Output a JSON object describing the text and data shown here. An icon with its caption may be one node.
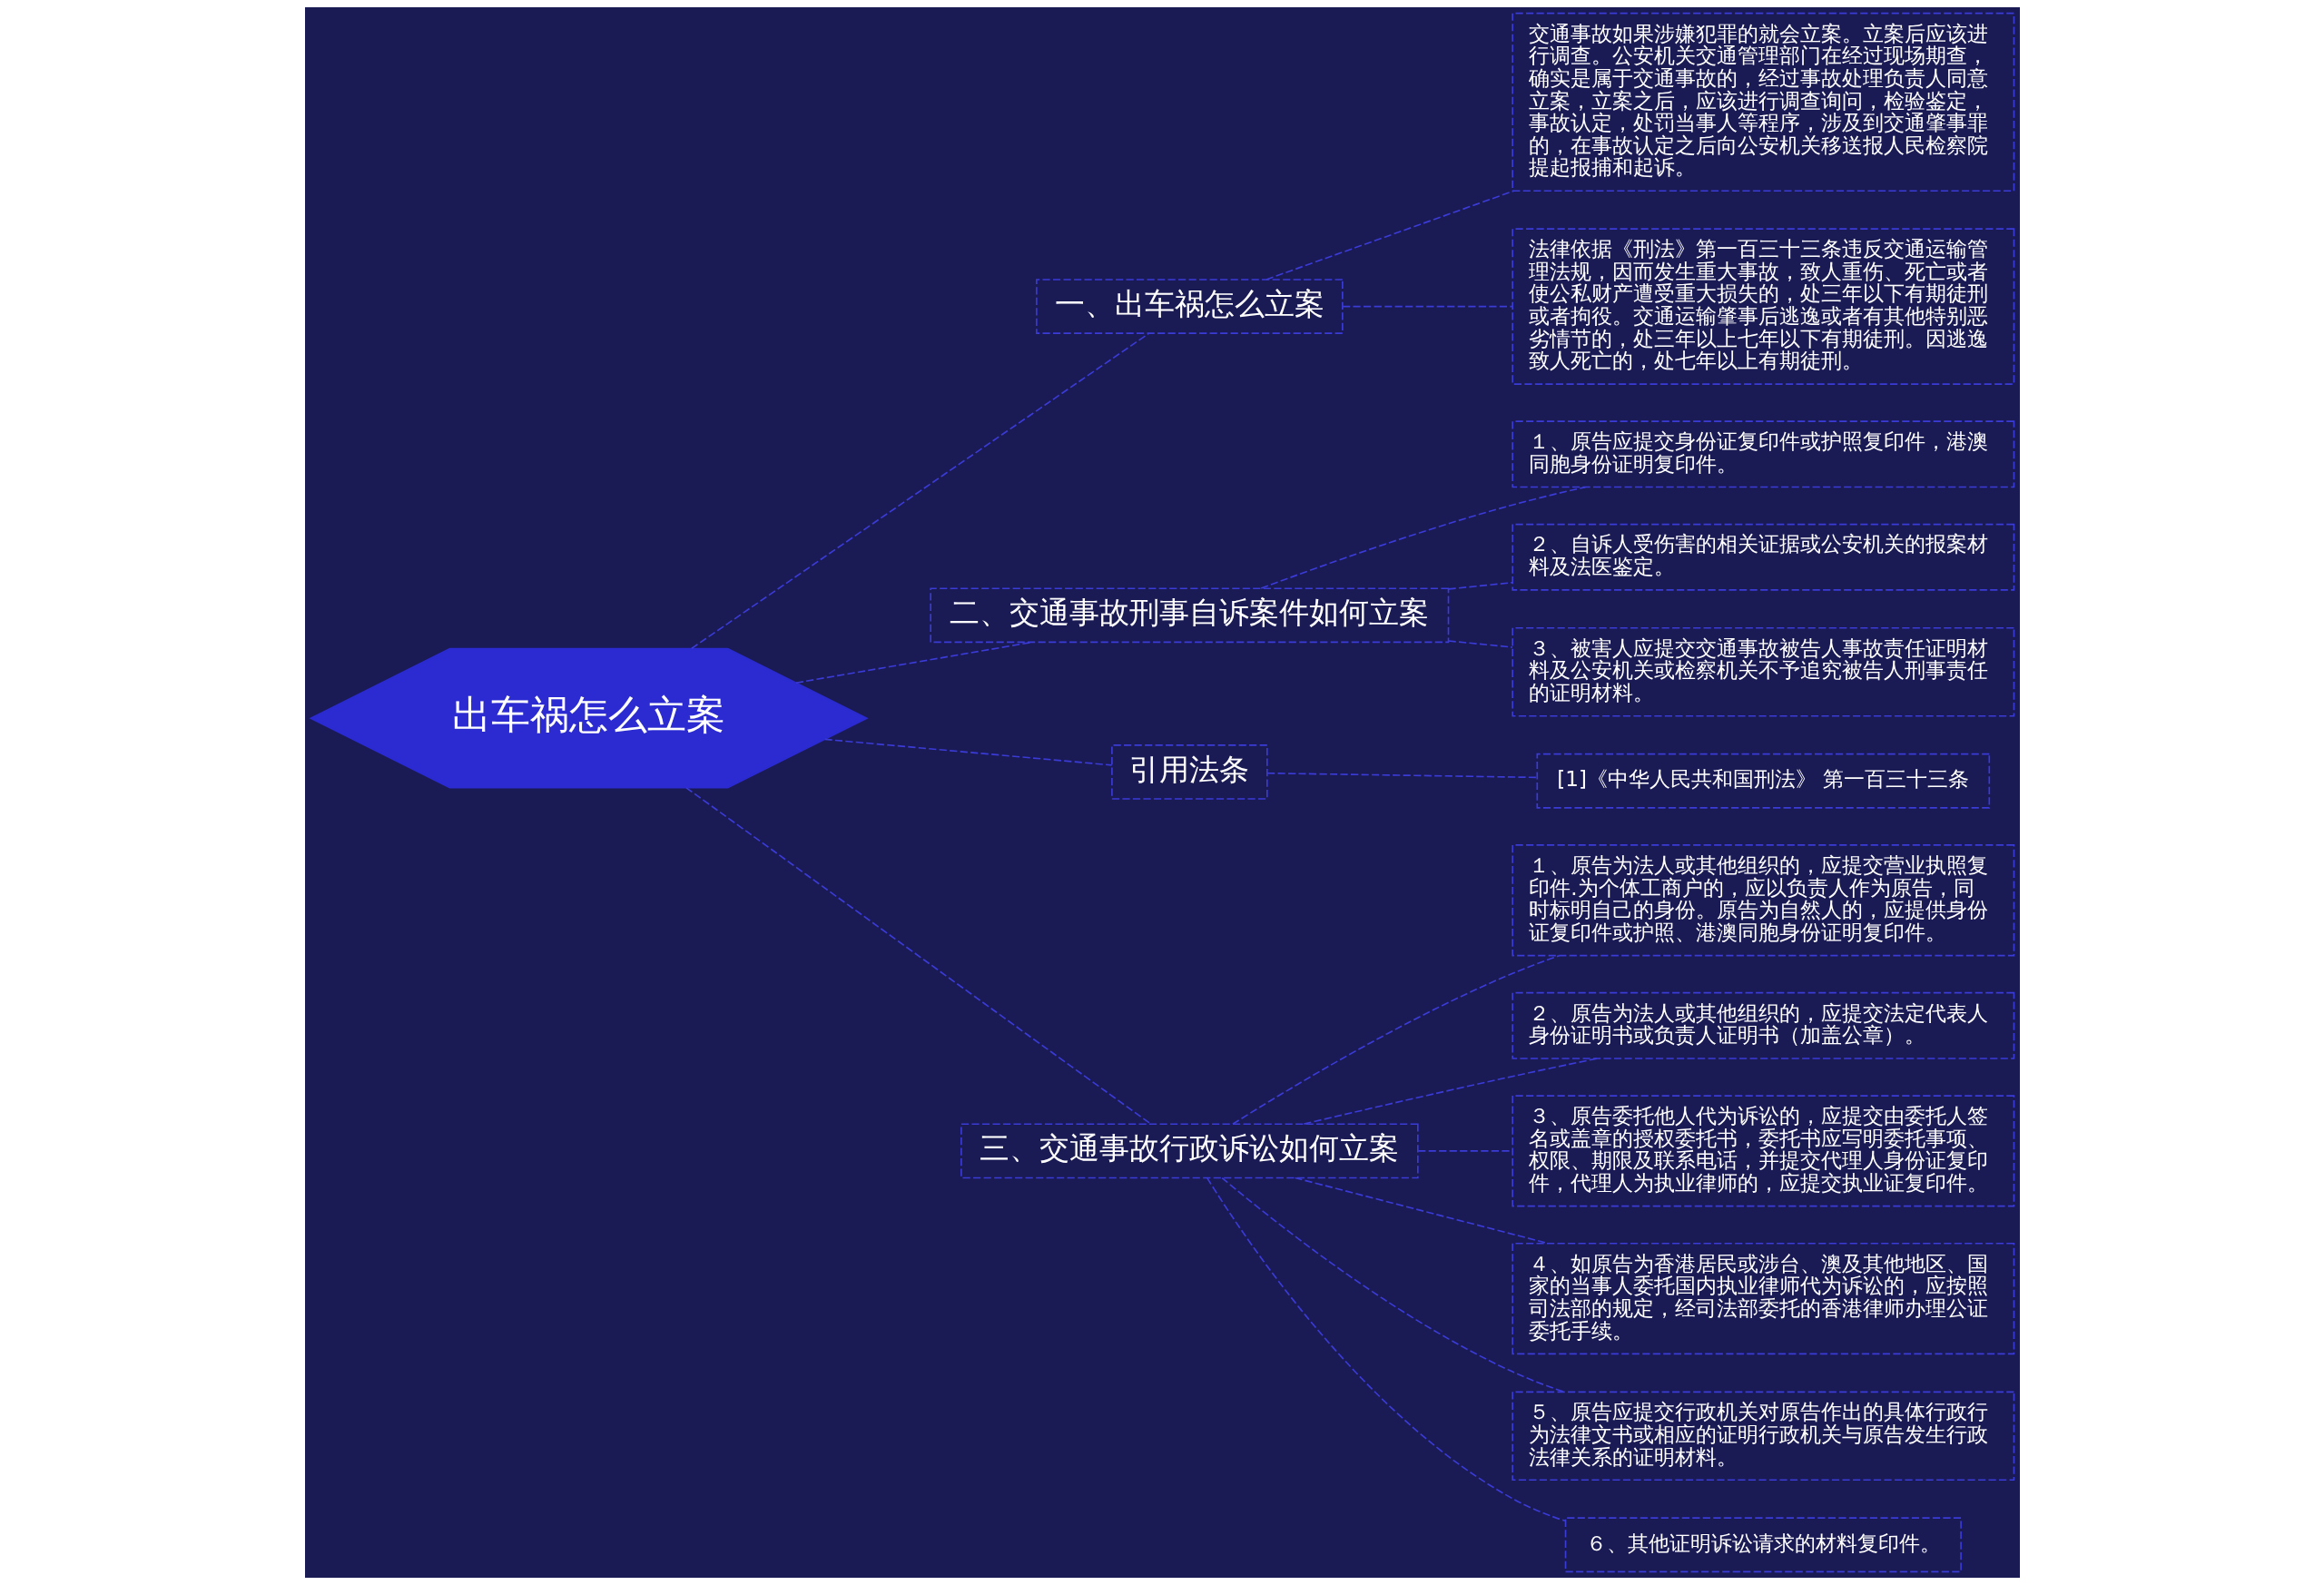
{
  "diagram": {
    "nodes": [
      {
        "text": [
          "出车祸怎么立案"
        ]
      },
      {
        "text": [
          "一、出车祸怎么立案"
        ]
      },
      {
        "text": [
          "交通事故如果涉嫌犯罪的就会立案。立案后应该进行调查。公安机关交通管理部门在经过现场期查，确实是属于交通事故的，经过事故处理负责人同意立案，立案之后，应该进行调查询问，检验鉴定，事故认定，处罚当事人等程序，涉及到交通肇事罪的，在事故认定之后向公安机关移送报人民检察院提起报捕和起诉。"
        ]
      },
      {
        "text": [
          "法律依据《刑法》第一百三十三条违反交通运输管理法规，因而发生重大事故，致人重伤、死亡或者使公私财产遭受重大损失的，处三年以下有期徒刑或者拘役。交通运输肇事后逃逸或者有其他特别恶劣情节的，处三年以上七年以下有期徒刑。因逃逸致人死亡的，处七年以上有期徒刑。"
        ]
      },
      {
        "text": [
          "二、交通事故刑事自诉案件如何立案"
        ]
      },
      {
        "text": [
          "１、原告应提交身份证复印件或护照复印件，港澳同胞身份证明复印件。"
        ]
      },
      {
        "text": [
          "２、自诉人受伤害的相关证据或公安机关的报案材料及法医鉴定。"
        ]
      },
      {
        "text": [
          "３、被害人应提交交通事故被告人事故责任证明材料及公安机关或检察机关不予追究被告人刑事责任的证明材料。"
        ]
      },
      {
        "text": [
          "引用法条"
        ]
      },
      {
        "text": [
          "[1]《中华人民共和国刑法》 第一百三十三条"
        ]
      },
      {
        "text": [
          "三、交通事故行政诉讼如何立案"
        ]
      },
      {
        "text": [
          "１、原告为法人或其他组织的，应提交营业执照复印件.为个体工商户的，应以负责人作为原告，同时标明自己的身份。原告为自然人的，应提供身份证复印件或护照、港澳同胞身份证明复印件。"
        ]
      },
      {
        "text": [
          "２、原告为法人或其他组织的，应提交法定代表人身份证明书或负责人证明书（加盖公章）。"
        ]
      },
      {
        "text": [
          "３、原告委托他人代为诉讼的，应提交由委托人签名或盖章的授权委托书，委托书应写明委托事项、权限、期限及联系电话，并提交代理人身份证复印件，代理人为执业律师的，应提交执业证复印件。"
        ]
      },
      {
        "text": [
          "４、如原告为香港居民或涉台、澳及其他地区、国家的当事人委托国内执业律师代为诉讼的，应按照司法部的规定，经司法部委托的香港律师办理公证委托手续。"
        ]
      },
      {
        "text": [
          "５、原告应提交行政机关对原告作出的具体行政行为法律文书或相应的证明行政机关与原告发生行政法律关系的证明材料。"
        ]
      },
      {
        "text": [
          "６、其他证明诉讼请求的材料复印件。"
        ]
      }
    ],
    "edges": [
      {
        "from": 0,
        "to": 1,
        "arrow": "none",
        "style": "dashed"
      },
      {
        "from": 1,
        "to": 2,
        "arrow": "none",
        "style": "dashed"
      },
      {
        "from": 1,
        "to": 3,
        "arrow": "none",
        "style": "dashed"
      },
      {
        "from": 0,
        "to": 4,
        "arrow": "none",
        "style": "dashed"
      },
      {
        "from": 4,
        "to": 5,
        "arrow": "none",
        "style": "dashed"
      },
      {
        "from": 4,
        "to": 6,
        "arrow": "none",
        "style": "dashed"
      },
      {
        "from": 4,
        "to": 7,
        "arrow": "none",
        "style": "dashed"
      },
      {
        "from": 0,
        "to": 8,
        "arrow": "none",
        "style": "dashed"
      },
      {
        "from": 8,
        "to": 9,
        "arrow": "none",
        "style": "dashed"
      },
      {
        "from": 0,
        "to": 10,
        "arrow": "none",
        "style": "dashed"
      },
      {
        "from": 10,
        "to": 11,
        "arrow": "none",
        "style": "dashed"
      },
      {
        "from": 10,
        "to": 12,
        "arrow": "none",
        "style": "dashed"
      },
      {
        "from": 10,
        "to": 13,
        "arrow": "none",
        "style": "dashed"
      },
      {
        "from": 10,
        "to": 14,
        "arrow": "none",
        "style": "dashed"
      },
      {
        "from": 10,
        "to": 15,
        "arrow": "none",
        "style": "dashed"
      },
      {
        "from": 10,
        "to": 16,
        "arrow": "none",
        "style": "dashed"
      }
    ]
  }
}
